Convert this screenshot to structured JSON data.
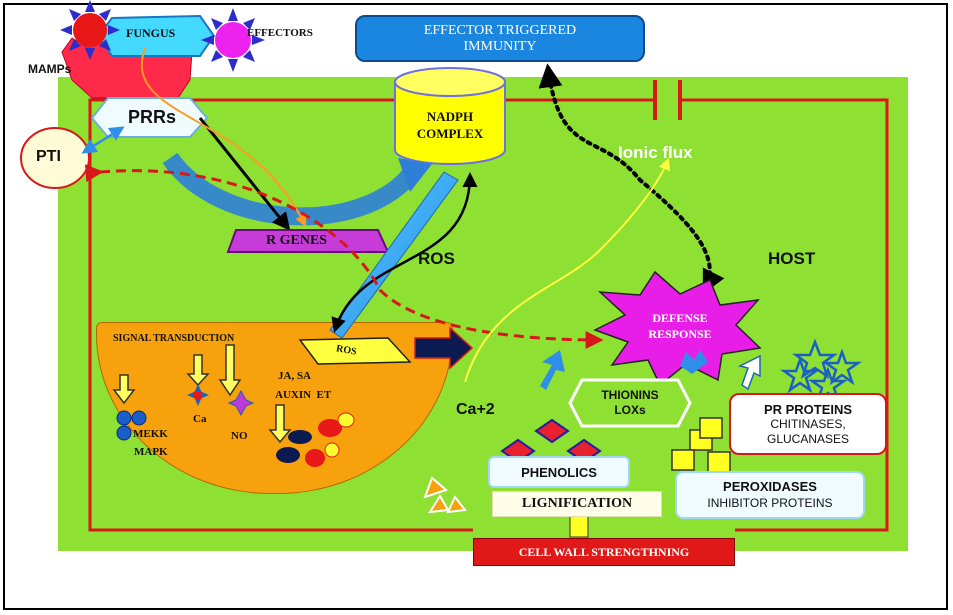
{
  "pathogen": {
    "fungus": "FUNGUS",
    "effectors": "EFFECTORS",
    "mamps": "MAMPs"
  },
  "receptors": {
    "prrs": "PRRs",
    "pti": "PTI"
  },
  "eti": {
    "line1": "EFFECTOR TRIGGERED",
    "line2": "IMMUNITY"
  },
  "nadph": {
    "line1": "NADPH",
    "line2": "COMPLEX"
  },
  "ionic_flux": "Ionic flux",
  "r_genes": "R GENES",
  "ros_label": "ROS",
  "host": "HOST",
  "defense": {
    "line1": "DEFENSE",
    "line2": "RESPONSE"
  },
  "nucleus": {
    "signal_transduction": "SIGNAL TRANSDUCTION",
    "ros_small": "ROS",
    "ca": "Ca",
    "no": "NO",
    "ja_sa": "JA, SA",
    "auxin_et": "AUXIN  ET",
    "mekk": "MEKK",
    "mapk": "MAPK"
  },
  "ca2": "Ca+2",
  "thionins": {
    "line1": "THIONINS",
    "line2": "LOXs"
  },
  "pr_proteins": {
    "title": "PR PROTEINS",
    "line1": "CHITINASES,",
    "line2": "GLUCANASES"
  },
  "phenolics": "PHENOLICS",
  "lignification": "LIGNIFICATION",
  "peroxidases": {
    "title": "PEROXIDASES",
    "line1": "INHIBITOR PROTEINS"
  },
  "cell_wall": "CELL WALL STRENGTHNING",
  "colors": {
    "cell_green": "#8ee032",
    "membrane_red": "#d81818",
    "nucleus_orange": "#f7a10c",
    "eti_blue": "#1a86e0",
    "nadph_yellow": "#ffff00",
    "defense_magenta": "#e81ee8",
    "rgenes_purple": "#c63cd8"
  }
}
